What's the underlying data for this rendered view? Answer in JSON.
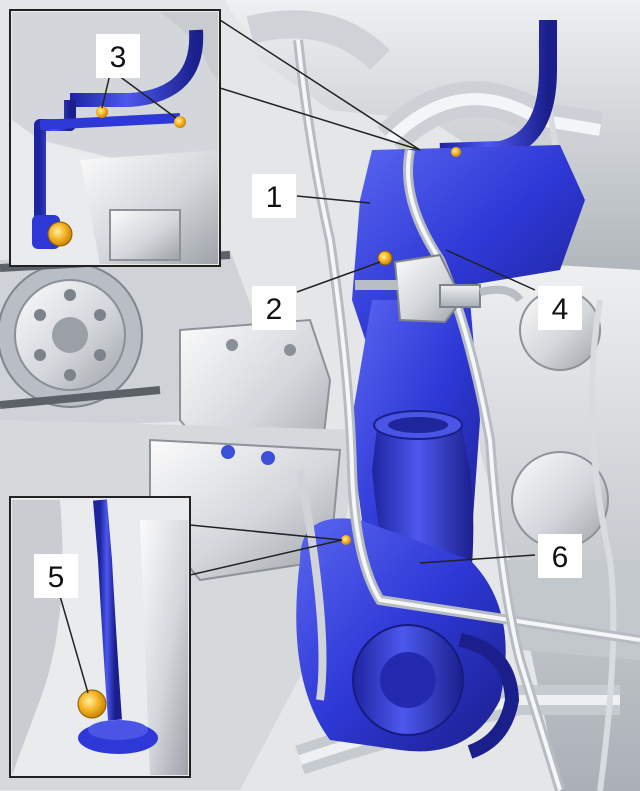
{
  "diagram": {
    "callouts": [
      "1",
      "2",
      "3",
      "4",
      "5",
      "6"
    ]
  },
  "colors": {
    "highlight_blue": "#2e38d6",
    "bolt_orange": "#f0a818",
    "metal_gray": "#c9cdd2",
    "background": "#f2f3f4"
  }
}
